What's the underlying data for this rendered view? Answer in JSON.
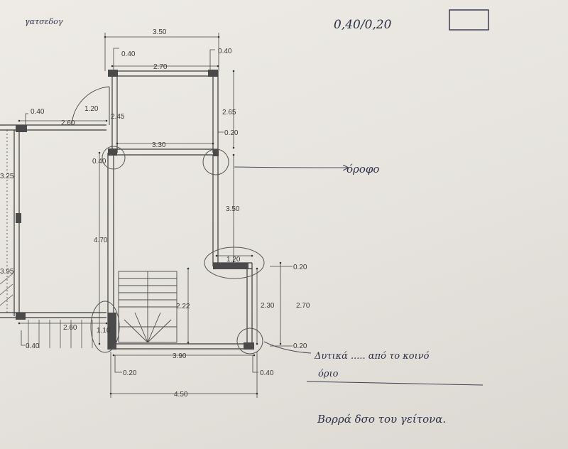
{
  "header": {
    "corner_scribble": "γατσεδογ",
    "column_size": "0,40/0,20"
  },
  "dimensions": {
    "top_overall": "3.50",
    "col_tl": "0.40",
    "col_tr": "0.40",
    "top_inner": "2.70",
    "door_width": "1.20",
    "left_wall": "2.45",
    "right_wall_upper": "2.65",
    "col_right_mid": "0.20",
    "left_col": "0.40",
    "left_inner": "2.60",
    "mid_inner": "3.30",
    "mid_col": "0.40",
    "left_edge_top": "3.25",
    "right_wall_mid": "3.50",
    "inner_height": "4.70",
    "left_edge_bottom": "3.95",
    "step_width": "1.20",
    "step_col": "0.20",
    "stair_height": "2.22",
    "right_lower": "2.30",
    "right_total": "2.70",
    "bottom_left_inner": "2.60",
    "bottom_left_col": "0.40",
    "stair_col": "1.10",
    "bottom_inner": "3.90",
    "bottom_right_col": "0.20",
    "bottom_col_l": "0.20",
    "bottom_col_r": "0.40",
    "bottom_overall": "4.50"
  },
  "notes": {
    "roof": "όροφο",
    "west": "Δυτικά ..... από το κοινό",
    "west_line2": "όριο",
    "north": "Βορρά δσο του γείτονα."
  }
}
